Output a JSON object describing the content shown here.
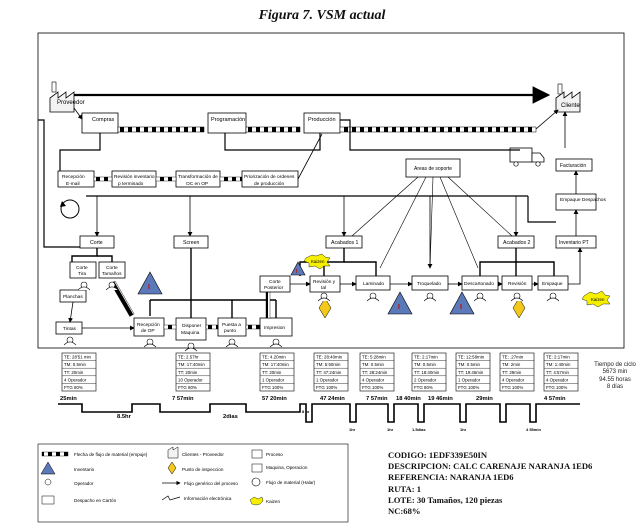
{
  "figure_title": "Figura 7. VSM actual",
  "external": {
    "supplier": "Proveedor",
    "customer": "Cliente"
  },
  "control": {
    "compras": "Compras",
    "programacion": "Programación",
    "produccion": "Producción",
    "areas_soporte": "Areas de soporte",
    "facturacion": "Facturación",
    "empaque_despachos": "Empaque Despachos",
    "inventario_pt": "Inventario PT"
  },
  "info_steps": [
    {
      "l1": "Recepción",
      "l2": "E-mail"
    },
    {
      "l1": "Revisión inventario",
      "l2": "p terminado"
    },
    {
      "l1": "Transformación de",
      "l2": "OC en OP"
    },
    {
      "l1": "Priorización de ordenes",
      "l2": "de producción"
    }
  ],
  "processes": {
    "corte": "Corte",
    "screen": "Screen",
    "acabados1": "Acabados 1",
    "acabados2": "Acabados 2",
    "corte_tira": [
      "Corte",
      "Tira"
    ],
    "corte_tamanos": [
      "Corte",
      "Tamaños"
    ],
    "planchas": "Planchas",
    "tintas": "Tintas",
    "recepcion_op": [
      "Recepción",
      "de OP"
    ],
    "disponer_maquina": [
      "Disponer",
      "Maquina"
    ],
    "puesta_punto": [
      "Puesta a",
      "punto"
    ],
    "impresion": "Impresion",
    "corte_posterior": [
      "Corte",
      "Posterior"
    ],
    "revision_tal": [
      "Revisión y",
      "tal"
    ],
    "laminado": "Laminado",
    "troquelado": "Troquelado",
    "descartonado": "Descartonado",
    "revision": "Revisión",
    "empaque": "Empaque"
  },
  "kaizen": "Kaizen",
  "data_boxes": [
    [
      "TE: 28'51 min",
      "TM: 0.5min",
      "TT: 20min",
      "4 Operador",
      "FTG 80%"
    ],
    [
      "TE: 2.57hr",
      "TM: 17:40min",
      "TT: 20min",
      "10 Operador",
      "FTG 80%"
    ],
    [
      "TE: 4.20min",
      "TM: 17:40min",
      "TT: 20min",
      "1 Operador",
      "FTG 100%"
    ],
    [
      "TE: 28:40min",
      "TM: 5:50min",
      "TT: 47:24min",
      "1 Operador",
      "FTG 100%"
    ],
    [
      "TE: 5:28min",
      "TM: 0.5min",
      "TT: 28:24min",
      "4 Operador",
      "FTG 100%"
    ],
    [
      "TE: 2:17min",
      "TM: 0.5min",
      "TT: 18:40min",
      "2 Operador",
      "FTG 80%"
    ],
    [
      "TE: 12:58min",
      "TM: 0.5min",
      "TT: 19:46min",
      "1 Operador",
      "FTG 100%"
    ],
    [
      "TE: .27min",
      "TM: 2min",
      "TT: 29min",
      "4 Operador",
      "FTG 100%"
    ],
    [
      "TE: 2:17min",
      "TM: 1:40min",
      "TT: 4:57min",
      "4 Operador",
      "FTG 100%"
    ]
  ],
  "timeline": {
    "upper": [
      "25min",
      "8.5hr",
      "7 57min",
      "2dias",
      "57 20min",
      "47 24min",
      "7 57min",
      "18 40min",
      "19 46min",
      "29min",
      "4 57min"
    ],
    "lower": [
      "8 hr",
      "1hr",
      "1hr",
      "1.5dias",
      "1hr",
      "4 55min"
    ]
  },
  "cycle_time": {
    "title": "Tiempo de ciclo",
    "values": [
      "5673 min",
      "94.55 horas",
      "8 días"
    ]
  },
  "legend": {
    "items": [
      "Flecha de flujo de material (empuje)",
      "Clientes - Proveedor",
      "Proceso",
      "Inventario",
      "Punto de inspeccion",
      "Maquina, Operacion",
      "Operador",
      "Flujo genérico del proceso",
      "Flujo de material (Halar)",
      "Despacho en Cartón",
      "Información electrónica",
      "Kaizen"
    ]
  },
  "product_info": {
    "codigo": "CODIGO: 1EDF339E50IN",
    "descripcion": "DESCRIPCION: CALC CARENAJE NARANJA 1ED6",
    "referencia": "REFERENCIA: NARANJA 1ED6",
    "ruta": "RUTA: 1",
    "lote": "LOTE: 30 Tamaños, 120 piezas",
    "nc": "NC:68%"
  }
}
